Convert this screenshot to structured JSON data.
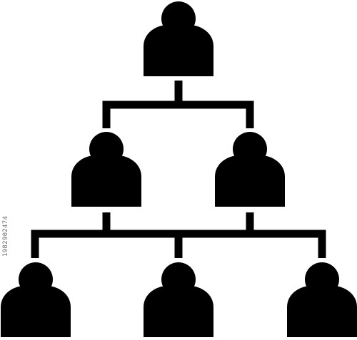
{
  "diagram": {
    "type": "org-chart",
    "icon": "person-icon",
    "ink_color": "#000000",
    "background_color": "#ffffff",
    "levels": [
      {
        "level": 1,
        "count": 1
      },
      {
        "level": 2,
        "count": 2
      },
      {
        "level": 3,
        "count": 3
      }
    ]
  },
  "stock_id": "1982902474"
}
